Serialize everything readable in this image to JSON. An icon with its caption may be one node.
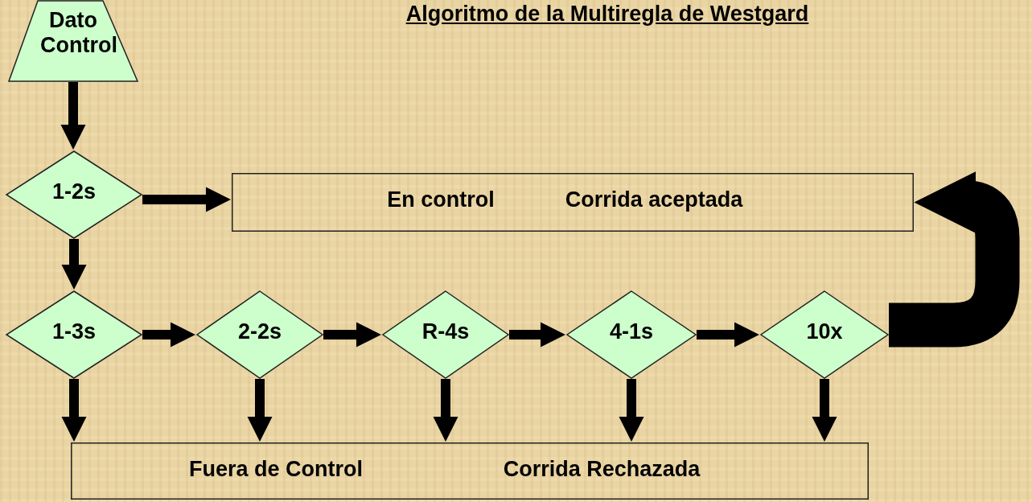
{
  "diagram": {
    "title": "Algoritmo de la Multiregla de Westgard",
    "nodes": [
      {
        "text": [
          "Dato Control"
        ]
      },
      {
        "text": [
          "1-2s"
        ]
      },
      {
        "text": [
          "En control",
          "Corrida aceptada"
        ]
      },
      {
        "text": [
          "1-3s"
        ]
      },
      {
        "text": [
          "2-2s"
        ]
      },
      {
        "text": [
          "R-4s"
        ]
      },
      {
        "text": [
          "4-1s"
        ]
      },
      {
        "text": [
          "10x"
        ]
      },
      {
        "text": [
          "Fuera de Control",
          "Corrida Rechazada"
        ]
      }
    ],
    "edges": [
      {
        "from": 0,
        "to": 1,
        "arrow": "to"
      },
      {
        "from": 1,
        "to": 2,
        "arrow": "to"
      },
      {
        "from": 1,
        "to": 3,
        "arrow": "to"
      },
      {
        "from": 3,
        "to": 4,
        "arrow": "to"
      },
      {
        "from": 4,
        "to": 5,
        "arrow": "to"
      },
      {
        "from": 5,
        "to": 6,
        "arrow": "to"
      },
      {
        "from": 6,
        "to": 7,
        "arrow": "to"
      },
      {
        "from": 7,
        "to": 2,
        "arrow": "to",
        "style": "thick"
      },
      {
        "from": 3,
        "to": 8,
        "arrow": "to"
      },
      {
        "from": 4,
        "to": 8,
        "arrow": "to"
      },
      {
        "from": 5,
        "to": 8,
        "arrow": "to"
      },
      {
        "from": 6,
        "to": 8,
        "arrow": "to"
      },
      {
        "from": 7,
        "to": 8,
        "arrow": "to"
      }
    ]
  }
}
